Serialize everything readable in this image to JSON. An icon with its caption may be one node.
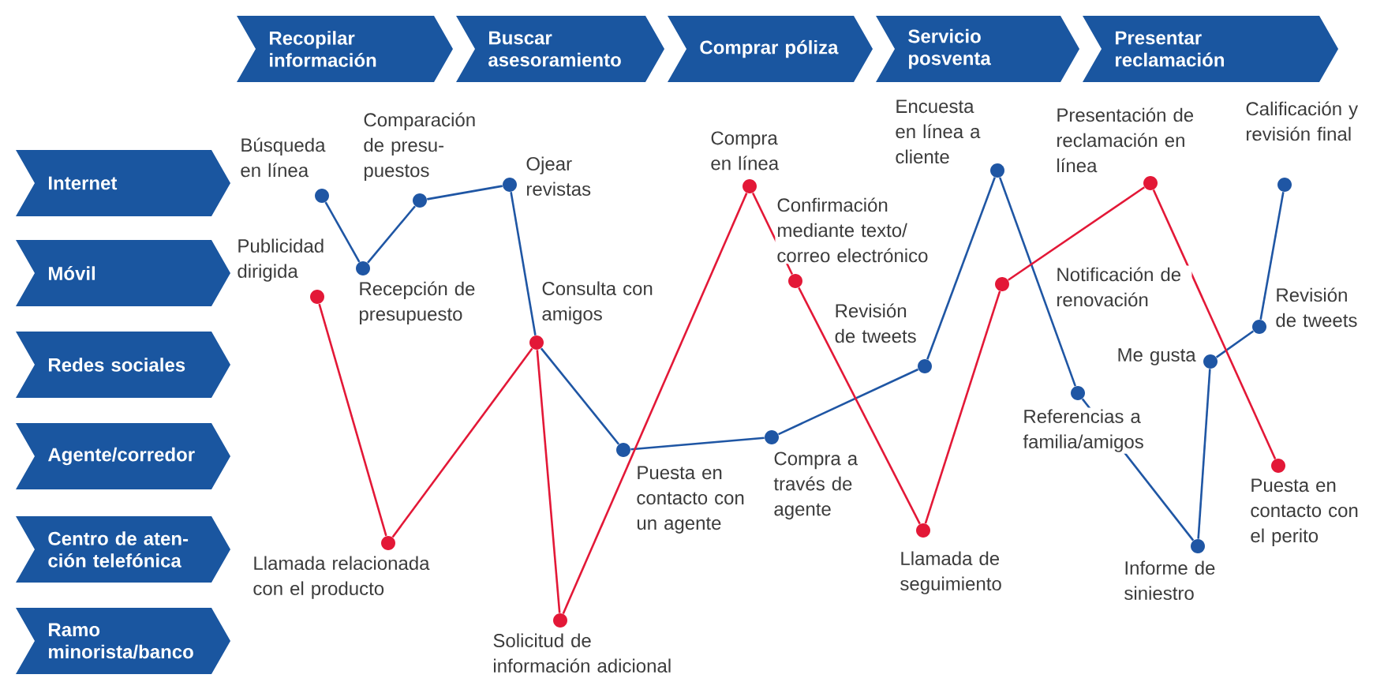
{
  "diagram": {
    "nodes": [
      {
        "text": [
          "Recopilar información"
        ]
      },
      {
        "text": [
          "Buscar asesoramiento"
        ]
      },
      {
        "text": [
          "Comprar póliza"
        ]
      },
      {
        "text": [
          "Servicio posventa"
        ]
      },
      {
        "text": [
          "Presentar reclamación"
        ]
      },
      {
        "text": [
          "Internet"
        ]
      },
      {
        "text": [
          "Móvil"
        ]
      },
      {
        "text": [
          "Redes sociales"
        ]
      },
      {
        "text": [
          "Agente/corredor"
        ]
      },
      {
        "text": [
          "Centro de aten- ción telefónica"
        ]
      },
      {
        "text": [
          "Ramo minorista/banco"
        ]
      },
      {
        "text": [
          "Búsqueda en línea"
        ]
      },
      {
        "text": [
          "Publicidad dirigida"
        ]
      },
      {
        "text": [
          "Recepción de presupuesto"
        ]
      },
      {
        "text": [
          "Comparación de presu- puestos"
        ]
      },
      {
        "text": [
          "Llamada relacionada con el producto"
        ]
      },
      {
        "text": [
          "Ojear revistas"
        ]
      },
      {
        "text": [
          "Consulta con amigos"
        ]
      },
      {
        "text": [
          "Solicitud de información adicional"
        ]
      },
      {
        "text": [
          "Puesta en contacto con un agente"
        ]
      },
      {
        "text": [
          "Compra en línea"
        ]
      },
      {
        "text": [
          "Confirmación mediante texto/ correo electrónico"
        ]
      },
      {
        "text": [
          "Compra a través de agente"
        ]
      },
      {
        "text": [
          "Revisión de tweets"
        ]
      },
      {
        "text": [
          "Llamada de seguimiento"
        ]
      },
      {
        "text": [
          "Encuesta en línea a cliente"
        ]
      },
      {
        "text": [
          "Notificación de renovación"
        ]
      },
      {
        "text": [
          "Referencias a familia/amigos"
        ]
      },
      {
        "text": [
          "Presentación de reclamación en línea"
        ]
      },
      {
        "text": [
          "Informe de siniestro"
        ]
      },
      {
        "text": [
          "Me gusta"
        ]
      },
      {
        "text": [
          "Revisión de tweets"
        ]
      },
      {
        "text": [
          "Calificación y revisión final"
        ]
      },
      {
        "text": [
          "Puesta en contacto con el perito"
        ]
      }
    ],
    "edges": [
      {
        "from": 11,
        "to": 13,
        "arrow": "none"
      },
      {
        "from": 13,
        "to": 14,
        "arrow": "none"
      },
      {
        "from": 14,
        "to": 16,
        "arrow": "none"
      },
      {
        "from": 16,
        "to": 17,
        "arrow": "none"
      },
      {
        "from": 17,
        "to": 19,
        "arrow": "none"
      },
      {
        "from": 19,
        "to": 22,
        "arrow": "none"
      },
      {
        "from": 22,
        "to": 23,
        "arrow": "none"
      },
      {
        "from": 23,
        "to": 25,
        "arrow": "none"
      },
      {
        "from": 25,
        "to": 27,
        "arrow": "none"
      },
      {
        "from": 27,
        "to": 29,
        "arrow": "none"
      },
      {
        "from": 29,
        "to": 30,
        "arrow": "none"
      },
      {
        "from": 30,
        "to": 31,
        "arrow": "none"
      },
      {
        "from": 31,
        "to": 32,
        "arrow": "none"
      },
      {
        "from": 12,
        "to": 15,
        "arrow": "none",
        "color": "#e31837"
      },
      {
        "from": 15,
        "to": 17,
        "arrow": "none",
        "color": "#e31837"
      },
      {
        "from": 17,
        "to": 18,
        "arrow": "none",
        "color": "#e31837"
      },
      {
        "from": 18,
        "to": 20,
        "arrow": "none",
        "color": "#e31837"
      },
      {
        "from": 20,
        "to": 21,
        "arrow": "none",
        "color": "#e31837"
      },
      {
        "from": 21,
        "to": 24,
        "arrow": "none",
        "color": "#e31837"
      },
      {
        "from": 24,
        "to": 26,
        "arrow": "none",
        "color": "#e31837"
      },
      {
        "from": 26,
        "to": 28,
        "arrow": "none",
        "color": "#e31837"
      },
      {
        "from": 28,
        "to": 33,
        "arrow": "none",
        "color": "#e31837"
      }
    ]
  }
}
